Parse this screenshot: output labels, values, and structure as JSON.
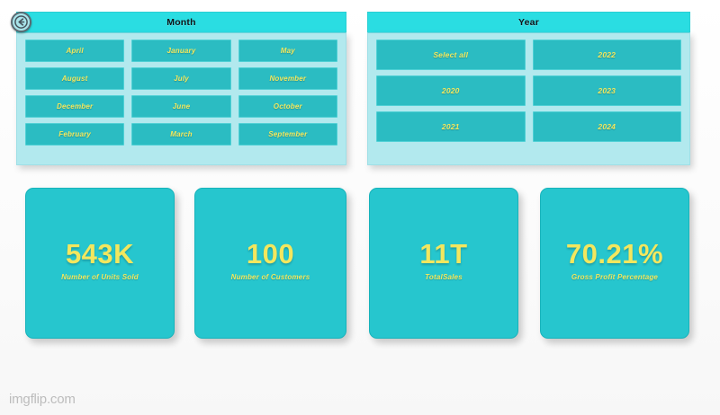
{
  "theme": {
    "background": "#fdfdfd",
    "header_bg": "#2adde2",
    "panel_bg": "#b2e9ee",
    "item_bg": "#2bbcc2",
    "accent_text": "#f2e85e",
    "card_bg": "#26c6ce",
    "title_text": "#101418",
    "watermark_color": "#bdbdbd"
  },
  "nav": {
    "back_button_label": "Back",
    "back_icon": "arrow-left-circle-icon"
  },
  "slicers": [
    {
      "id": "month",
      "title": "Month",
      "columns": 3,
      "items": [
        "April",
        "January",
        "May",
        "August",
        "July",
        "November",
        "December",
        "June",
        "October",
        "February",
        "March",
        "September"
      ]
    },
    {
      "id": "year",
      "title": "Year",
      "columns": 2,
      "items": [
        "Select all",
        "2022",
        "2020",
        "2023",
        "2021",
        "2024"
      ]
    }
  ],
  "kpis": [
    {
      "value": "543K",
      "label": "Number of Units Sold"
    },
    {
      "value": "100",
      "label": "Number of Customers"
    },
    {
      "value": "11T",
      "label": "TotalSales"
    },
    {
      "value": "70.21%",
      "label": "Gross Profit Percentage"
    }
  ],
  "watermark": {
    "text": "imgflip.com"
  }
}
